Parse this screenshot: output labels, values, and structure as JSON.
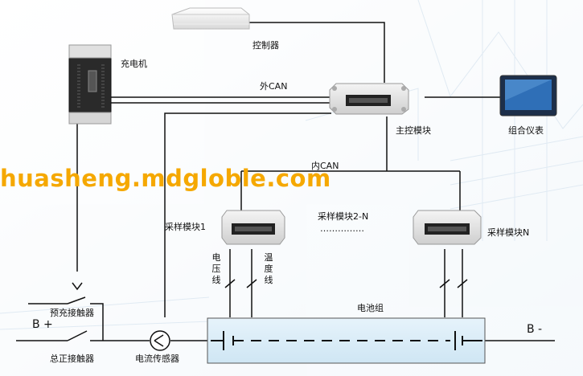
{
  "components": {
    "controller": "控制器",
    "charger": "充电机",
    "main_control": "主控模块",
    "instrument": "组合仪表",
    "sample_module_1": "采样模块1",
    "sample_module_2_n": "采样模块2-N",
    "sample_module_n": "采样模块N",
    "dots": "……………",
    "battery_pack": "电池组",
    "precharge_contactor": "预充接触器",
    "main_positive_contactor": "总正接触器",
    "current_sensor": "电流传感器"
  },
  "buses": {
    "external_can": "外CAN",
    "internal_can": "内CAN"
  },
  "wires": {
    "voltage_line": "电压线",
    "temperature_line": "温度线"
  },
  "terminals": {
    "b_plus": "B +",
    "b_minus": "B -"
  },
  "watermark": "huasheng.mdgloble.com"
}
